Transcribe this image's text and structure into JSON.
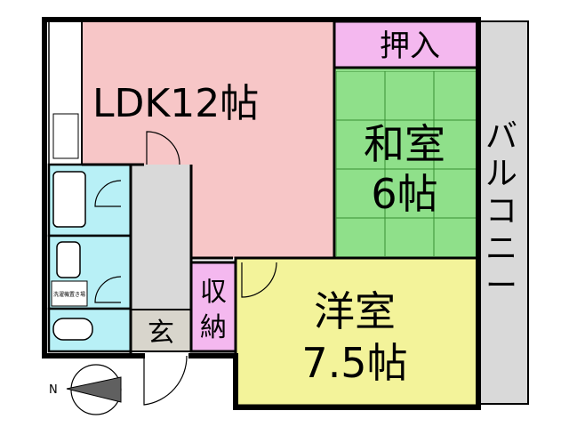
{
  "rooms": {
    "ldk": {
      "name": "LDK",
      "size": "12帖"
    },
    "washitsu": {
      "name": "和室",
      "size": "6帖"
    },
    "yoshitsu": {
      "name": "洋室",
      "size": "7.5帖"
    },
    "oshiire": {
      "name": "押入"
    },
    "shuno": {
      "name_line1": "収",
      "name_line2": "納"
    },
    "genkan": {
      "name": "玄"
    },
    "balcony": {
      "chars": [
        "バ",
        "ル",
        "コ",
        "ニ",
        "ー"
      ]
    },
    "washer": {
      "label": "洗濯機置き場"
    }
  },
  "compass": {
    "label": "N"
  },
  "colors": {
    "ldk": "#f7c6c7",
    "washitsu": "#8fe08a",
    "yoshitsu": "#f3f39a",
    "oshiire": "#f4b8ef",
    "shuno": "#f4b8ef",
    "genkan": "#d8d5cc",
    "wet": "#b8f0f6",
    "hall": "#d9d9d9",
    "balcony": "#d9d9d9",
    "wall": "#000000"
  }
}
